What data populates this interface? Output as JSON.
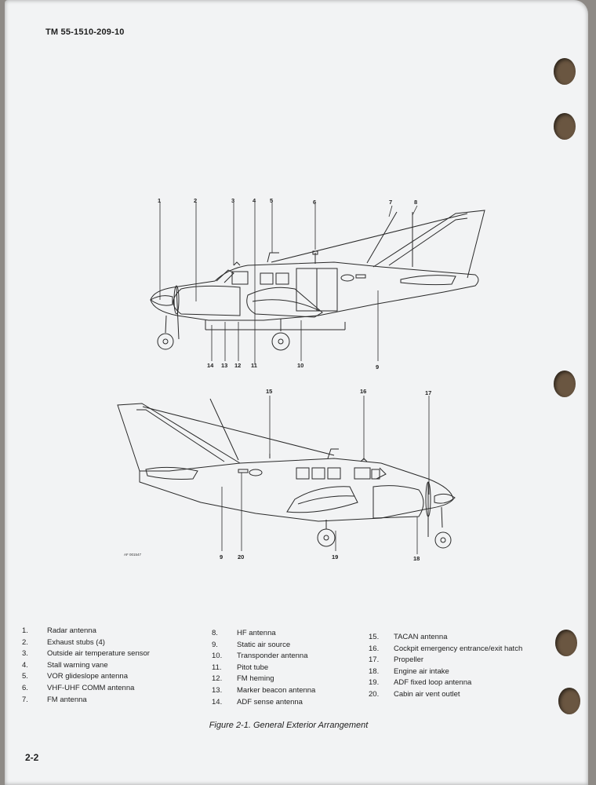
{
  "header": {
    "doc_number": "TM 55-1510-209-10"
  },
  "figure": {
    "caption": "Figure 2-1. General Exterior Arrangement",
    "art_code": "AF 001547",
    "top_view_callouts": [
      "1",
      "2",
      "3",
      "4",
      "5",
      "6",
      "7",
      "8",
      "14",
      "13",
      "12",
      "11",
      "10",
      "9"
    ],
    "bottom_view_callouts": [
      "15",
      "16",
      "17",
      "9",
      "20",
      "19",
      "18"
    ]
  },
  "legend": {
    "col1": [
      {
        "num": "1.",
        "label": "Radar antenna"
      },
      {
        "num": "2.",
        "label": "Exhaust stubs (4)"
      },
      {
        "num": "3.",
        "label": "Outside air temperature sensor"
      },
      {
        "num": "4.",
        "label": "Stall warning vane"
      },
      {
        "num": "5.",
        "label": "VOR glideslope antenna"
      },
      {
        "num": "6.",
        "label": "VHF-UHF COMM antenna"
      },
      {
        "num": "7.",
        "label": "FM antenna"
      }
    ],
    "col2": [
      {
        "num": "8.",
        "label": "HF antenna"
      },
      {
        "num": "9.",
        "label": "Static air source"
      },
      {
        "num": "10.",
        "label": "Transponder antenna"
      },
      {
        "num": "11.",
        "label": "Pitot tube"
      },
      {
        "num": "12.",
        "label": "FM heming"
      },
      {
        "num": "13.",
        "label": "Marker beacon antenna"
      },
      {
        "num": "14.",
        "label": "ADF sense antenna"
      }
    ],
    "col3": [
      {
        "num": "15.",
        "label": "TACAN antenna"
      },
      {
        "num": "16.",
        "label": "Cockpit emergency entrance/exit hatch"
      },
      {
        "num": "17.",
        "label": "Propeller"
      },
      {
        "num": "18.",
        "label": "Engine air intake"
      },
      {
        "num": "19.",
        "label": "ADF fixed loop antenna"
      },
      {
        "num": "20.",
        "label": "Cabin air vent outlet"
      }
    ]
  },
  "page_number": "2-2"
}
